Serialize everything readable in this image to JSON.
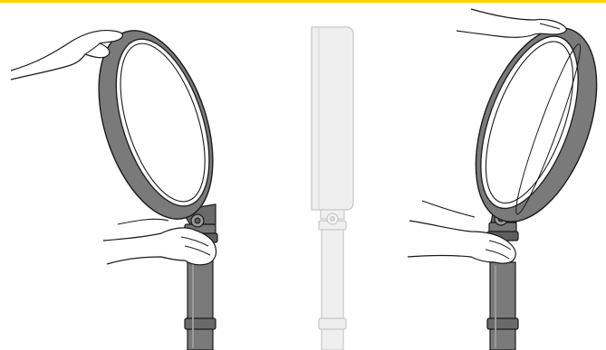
{
  "colors": {
    "accent_bar": "#FFD400",
    "dark_gray": "#7a7a7a",
    "darker_gray": "#5e5e5e",
    "outline": "#1a1a1a",
    "ghost_fill": "#efefef",
    "ghost_stroke": "#c8c8c8",
    "hand_fill": "#ffffff"
  },
  "panels": [
    {
      "id": "left",
      "depicts": "fan-head-tilted-forward-with-hands"
    },
    {
      "id": "middle",
      "depicts": "fan-side-profile-upright-ghost"
    },
    {
      "id": "right",
      "depicts": "fan-head-tilted-backward-with-hands"
    }
  ],
  "icons": [
    "tilt-knob-icon",
    "hand-icon"
  ]
}
